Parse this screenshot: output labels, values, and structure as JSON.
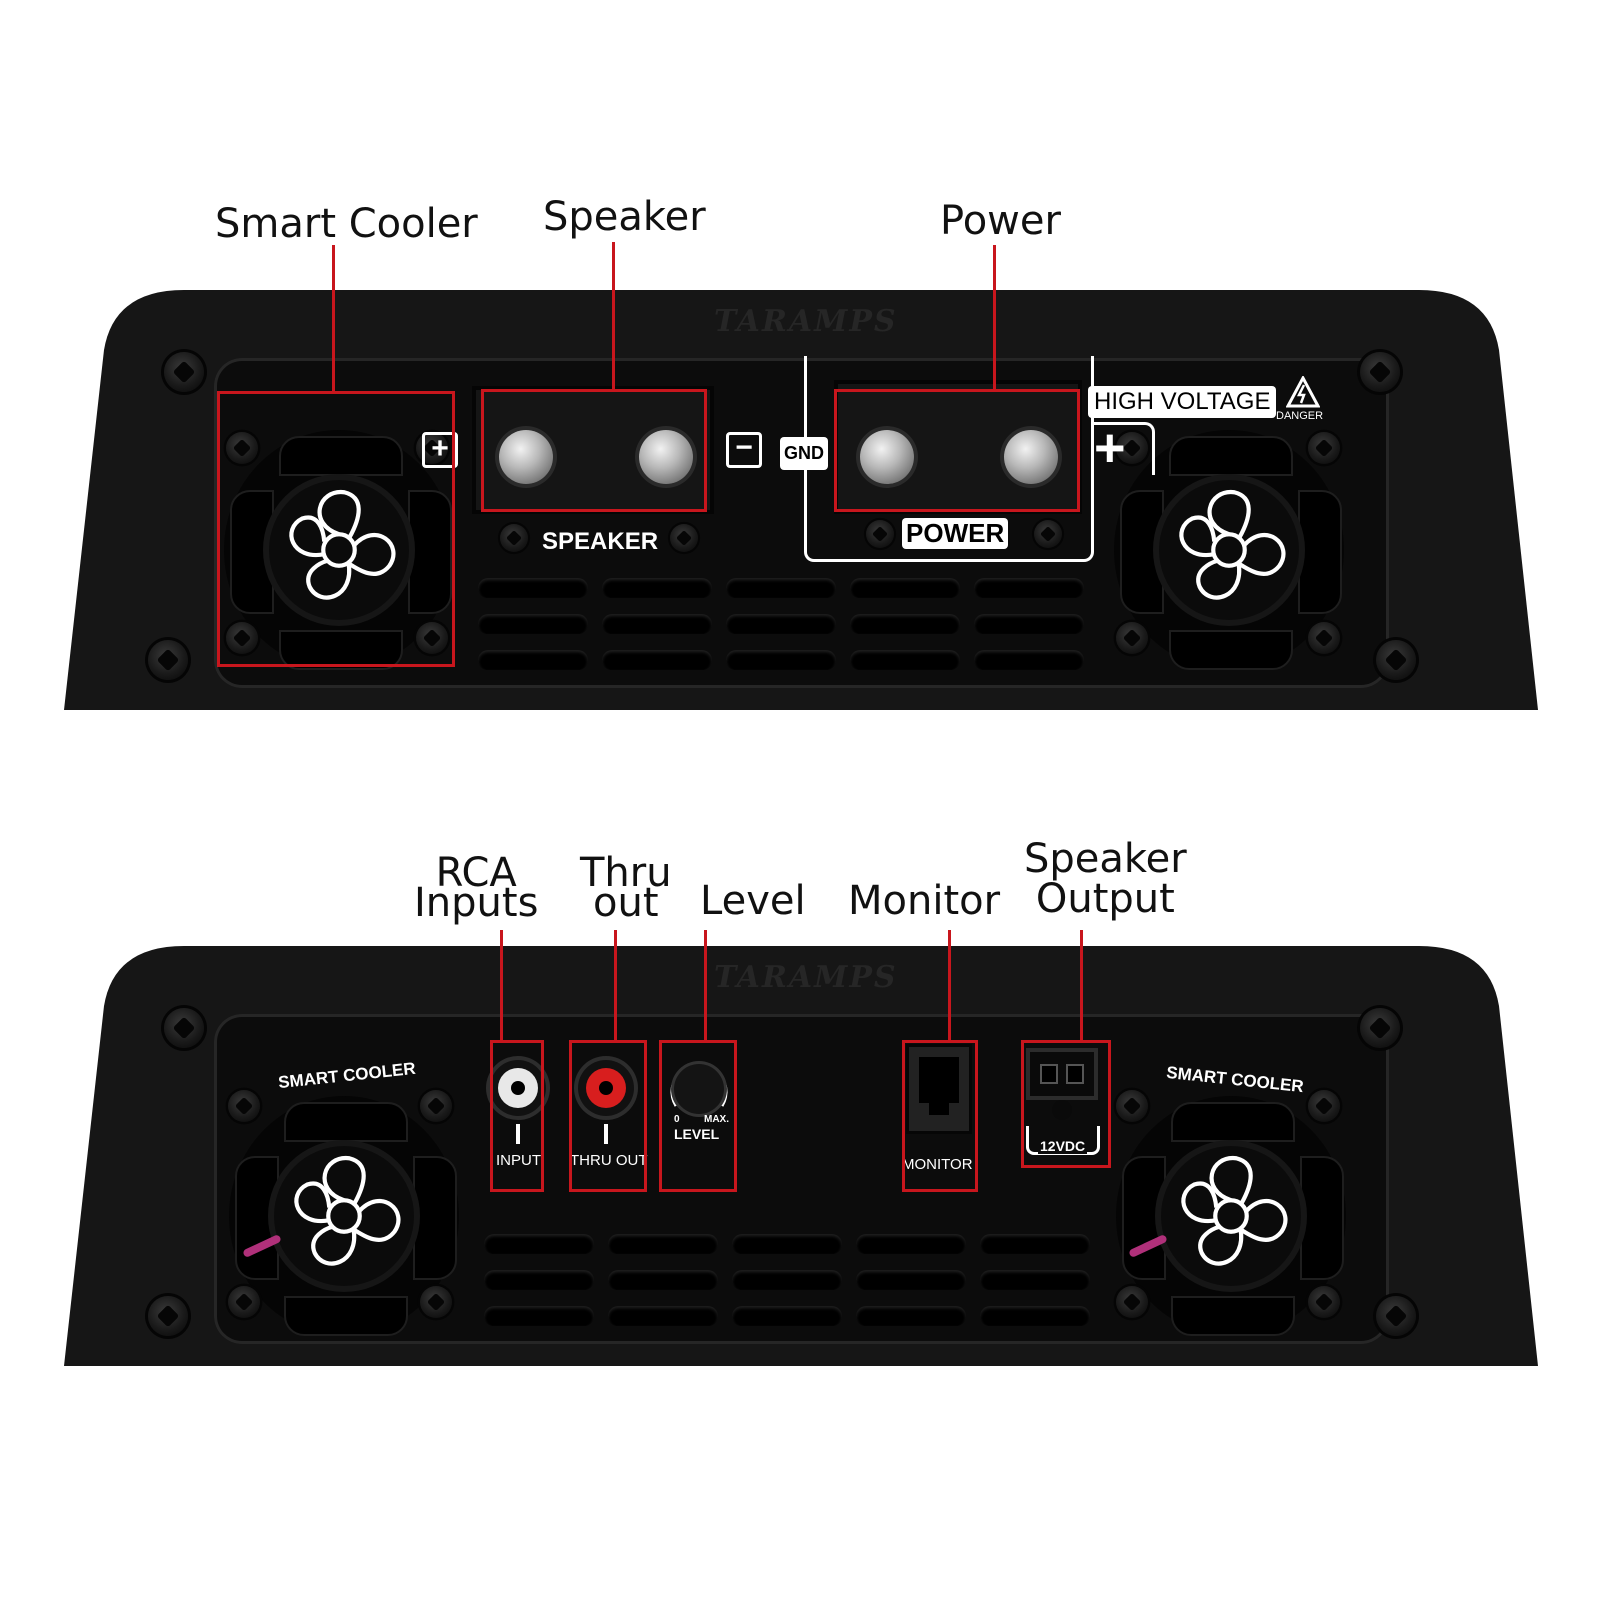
{
  "top_view": {
    "callouts": {
      "smart_cooler": "Smart Cooler",
      "speaker": "Speaker",
      "power": "Power"
    },
    "brand_logo": "TARAMPS",
    "labels": {
      "plus_symbol": "+",
      "minus_symbol": "−",
      "gnd": "GND",
      "speaker": "SPEAKER",
      "power": "POWER",
      "high_voltage": "HIGH VOLTAGE",
      "danger": "DANGER",
      "big_plus": "+"
    }
  },
  "bottom_view": {
    "callouts": {
      "rca_line1": "RCA",
      "rca_line2": "Inputs",
      "thru_line1": "Thru",
      "thru_line2": "out",
      "level": "Level",
      "monitor": "Monitor",
      "speaker_output_line1": "Speaker",
      "speaker_output_line2": "Output"
    },
    "brand_logo": "TARAMPS",
    "labels": {
      "smart_cooler_left": "SMART COOLER",
      "smart_cooler_right": "SMART COOLER",
      "input": "INPUT",
      "thru_out": "THRU OUT",
      "level_min": "0",
      "level_max": "MAX.",
      "level": "LEVEL",
      "monitor": "MONITOR",
      "voltage": "12VDC"
    }
  },
  "colors": {
    "highlight": "#c8161d",
    "chassis": "#151515",
    "input_jack": "#e8e8e8",
    "thru_out_jack": "#d81e1e"
  }
}
